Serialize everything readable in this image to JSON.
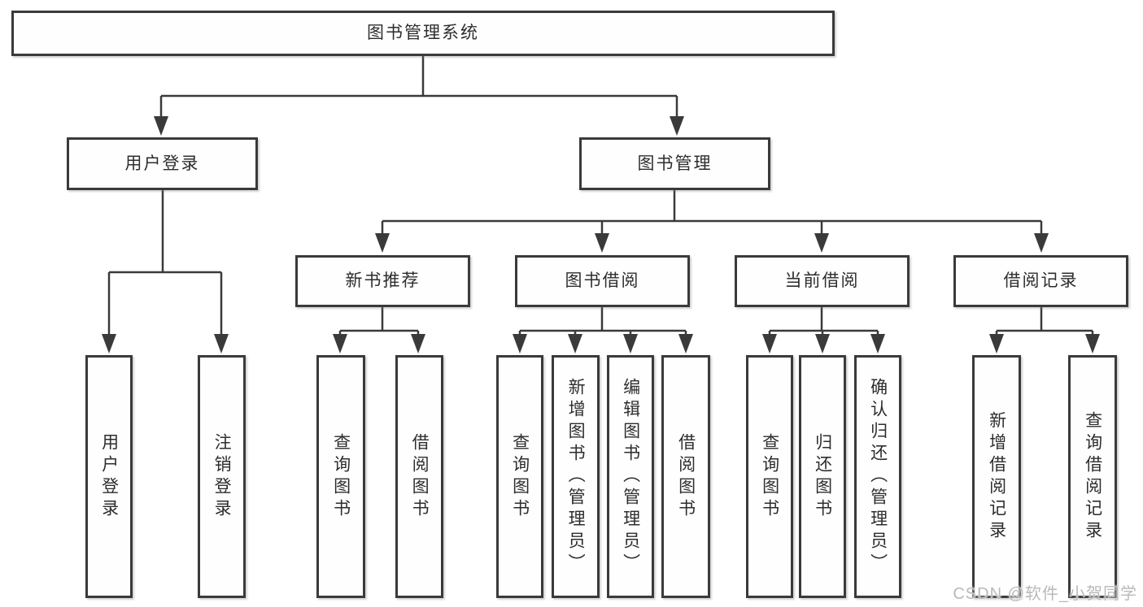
{
  "diagram": {
    "root": {
      "label": "图书管理系统"
    },
    "branches": [
      {
        "label": "用户登录",
        "children": [
          {
            "label": "用户登录"
          },
          {
            "label": "注销登录"
          }
        ]
      },
      {
        "label": "图书管理",
        "children": [
          {
            "label": "新书推荐",
            "children": [
              {
                "label": "查询图书"
              },
              {
                "label": "借阅图书"
              }
            ]
          },
          {
            "label": "图书借阅",
            "children": [
              {
                "label": "查询图书"
              },
              {
                "label": "新增图书（管理员）"
              },
              {
                "label": "编辑图书（管理员）"
              },
              {
                "label": "借阅图书"
              }
            ]
          },
          {
            "label": "当前借阅",
            "children": [
              {
                "label": "查询图书"
              },
              {
                "label": "归还图书"
              },
              {
                "label": "确认归还（管理员）"
              }
            ]
          },
          {
            "label": "借阅记录",
            "children": [
              {
                "label": "新增借阅记录"
              },
              {
                "label": "查询借阅记录"
              }
            ]
          }
        ]
      }
    ],
    "watermark": "CSDN @软件_小贺同学",
    "colors": {
      "line": "#3a3a3a",
      "text": "#2d2d2d",
      "watermark": "#b9b9b9",
      "background": "#ffffff"
    }
  }
}
